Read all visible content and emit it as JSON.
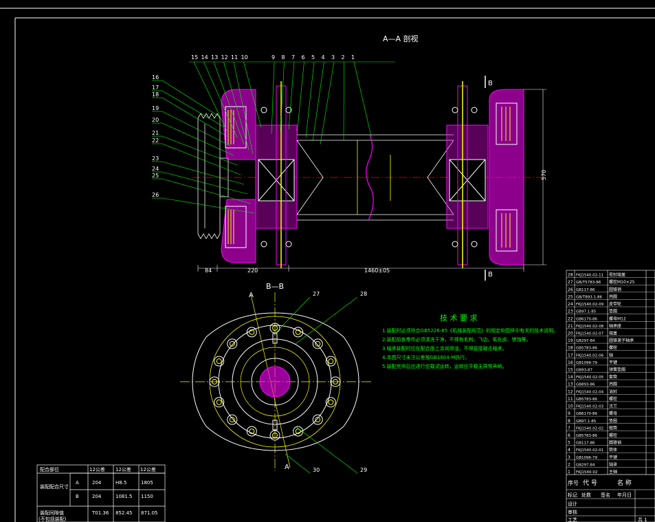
{
  "views": {
    "section_aa_title": "A—A 剖视",
    "section_bb_title": "B—B",
    "tech_req_title": "技 术 要 求"
  },
  "section_markers": {
    "a_top": "A",
    "a_bottom": "A",
    "b_top": "B",
    "b_bottom": "B"
  },
  "part_callouts_top": [
    "15",
    "14",
    "13",
    "12",
    "11",
    "10",
    "9",
    "8",
    "7",
    "6",
    "5",
    "4",
    "3",
    "2",
    "1"
  ],
  "part_callouts_left": [
    "16",
    "17",
    "18",
    "19",
    "20",
    "21",
    "22",
    "23",
    "24",
    "25",
    "26"
  ],
  "part_callouts_bb": [
    "27",
    "28",
    "29",
    "30"
  ],
  "dimensions": {
    "left_offset": "84",
    "hub_width": "220",
    "span": "1460±05",
    "height": "570"
  },
  "tech_requirements": [
    "1.装配时必须符合GB5226-85《机械装配规范》的规定和图样中有关的技术说明。",
    "2.装配前各零件必须清洗干净，不得有毛刺、飞边、氧化皮、锈蚀等。",
    "3.轴承装配时应在配合面上涂润滑油，不得直接敲击轴承。",
    "4.本图尺寸未注公差按GB1804-M执行。",
    "5.装配完毕后应进行空载试运转，运转应平稳无异常声响。"
  ],
  "title_block": {
    "header_no": "序号",
    "header_code": "代 号",
    "header_name": "名 称",
    "label_mark": "标记",
    "label_count": "处数",
    "label_sign": "签名",
    "label_date": "年月日",
    "label_design": "设计",
    "label_review": "审核",
    "label_craft": "工艺",
    "sheet_prefix": "共 1"
  },
  "bom_rows": [
    {
      "no": "28",
      "code": "FKJ1540.02-11",
      "name": "密封端盖"
    },
    {
      "no": "27",
      "code": "GB/T5783-86",
      "name": "螺栓M10×25"
    },
    {
      "no": "26",
      "code": "GB117-86",
      "name": "圆锥销"
    },
    {
      "no": "25",
      "code": "GB/T893.1-86",
      "name": "挡圈"
    },
    {
      "no": "24",
      "code": "FKJ1540.02-09",
      "name": "皮带轮"
    },
    {
      "no": "23",
      "code": "GB97.1-85",
      "name": "垫圈"
    },
    {
      "no": "22",
      "code": "GB6170-86",
      "name": "螺母M12"
    },
    {
      "no": "21",
      "code": "FKJ1540.02-08",
      "name": "轴承座"
    },
    {
      "no": "20",
      "code": "FKJ1540.02-07",
      "name": "端盖"
    },
    {
      "no": "19",
      "code": "GB297-84",
      "name": "圆锥滚子轴承"
    },
    {
      "no": "18",
      "code": "GB5783-86",
      "name": "螺栓"
    },
    {
      "no": "17",
      "code": "FKJ1540.02-06",
      "name": "轴"
    },
    {
      "no": "16",
      "code": "GB1096-79",
      "name": "平键"
    },
    {
      "no": "15",
      "code": "GB93-87",
      "name": "弹簧垫圈"
    },
    {
      "no": "14",
      "code": "FKJ1540.02-05",
      "name": "套筒"
    },
    {
      "no": "13",
      "code": "GB893-86",
      "name": "挡圈"
    },
    {
      "no": "12",
      "code": "FKJ1540.02-04",
      "name": "油封"
    },
    {
      "no": "11",
      "code": "GB5783-86",
      "name": "螺栓"
    },
    {
      "no": "10",
      "code": "FKJ1540.02-03",
      "name": "法兰"
    },
    {
      "no": "9",
      "code": "GB6170-86",
      "name": "螺母"
    },
    {
      "no": "8",
      "code": "GB97.1-85",
      "name": "垫圈"
    },
    {
      "no": "7",
      "code": "FKJ1540.02-02",
      "name": "辊筒"
    },
    {
      "no": "6",
      "code": "GB5783-86",
      "name": "螺栓"
    },
    {
      "no": "5",
      "code": "GB117-86",
      "name": "圆锥销"
    },
    {
      "no": "4",
      "code": "FKJ1540.02-01",
      "name": "筒体"
    },
    {
      "no": "3",
      "code": "GB1096-79",
      "name": "平键"
    },
    {
      "no": "2",
      "code": "GB297-84",
      "name": "轴承"
    },
    {
      "no": "1",
      "code": "FKJ1540-02",
      "name": "主轴"
    }
  ],
  "fit_table": {
    "headers": [
      "配合部位",
      "12公差",
      "12公差",
      "12公差"
    ],
    "rows": [
      {
        "label": "装配配合尺寸",
        "sub": "A",
        "c1": "204",
        "c2": "H8.5",
        "c3": "1805"
      },
      {
        "label": "",
        "sub": "B",
        "c1": "204",
        "c2": "1081.5",
        "c3": "1150"
      },
      {
        "label": "装配间隙值",
        "sub": "",
        "c1": "T01.36",
        "c2": "852.45",
        "c3": "871.05"
      }
    ],
    "note": "(不包括装配)"
  },
  "colors": {
    "yellow": "#ffff00",
    "cyan": "#00ffff",
    "green": "#00ff00",
    "magenta": "#ff00ff",
    "red": "#ff0000",
    "white": "#ffffff"
  }
}
